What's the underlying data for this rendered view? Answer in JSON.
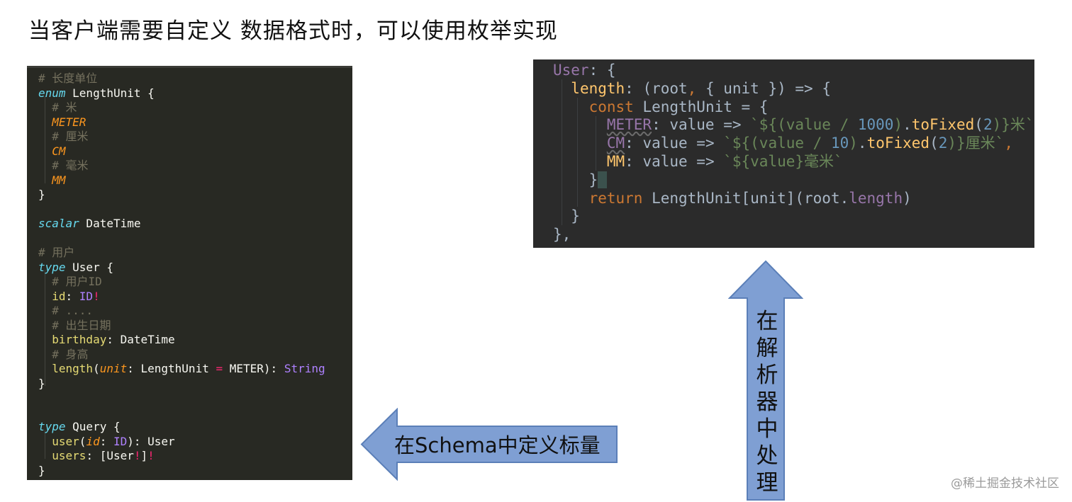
{
  "title": "当客户端需要自定义 数据格式时，可以使用枚举实现",
  "schema_code": {
    "c1": "# 长度单位",
    "enum_kw": "enum",
    "enum_name": " LengthUnit {",
    "c_meter": "# 米",
    "meter": "METER",
    "c_cm": "# 厘米",
    "cm": "CM",
    "c_mm": "# 毫米",
    "mm": "MM",
    "close": "}",
    "scalar_kw": "scalar",
    "scalar_name": " DateTime",
    "c_user": "# 用户",
    "type_kw": "type",
    "user_name": " User {",
    "c_uid": "# 用户ID",
    "id_field": "id",
    "colon": ": ",
    "id_type": "ID",
    "bang": "!",
    "c_dots": "# ....",
    "c_birth": "# 出生日期",
    "birthday_field": "birthday",
    "datetime_type": "DateTime",
    "c_height": "# 身高",
    "length_field": "length",
    "lparen": "(",
    "unit_param": "unit",
    "length_unit_type": "LengthUnit",
    "eq": " = ",
    "meter_default": "METER",
    "rparen_colon": "): ",
    "string_type": "String",
    "query_name": " Query {",
    "user_field": "user",
    "id_param": "id",
    "user_type": "User",
    "users_field": "users",
    "users_type_open": "[User",
    "users_type_close": "]",
    "final_close": "}"
  },
  "resolver_code": {
    "l1_prop": "User",
    "l1_rest": ": {",
    "l2_fn": "length",
    "l2_rest_a": ": (root",
    "comma": ",",
    "l2_rest_b": " { unit }) => {",
    "l3_kw": "const",
    "l3_rest": " LengthUnit = {",
    "meter": "METER",
    "value_arrow": ": value => ",
    "tpl_open": "`${(value / ",
    "n1000": "1000",
    "to_fixed": "toFixed",
    "paren_open": "(",
    "n2": "2",
    "paren_close_brace": ")}",
    "mi": "米`",
    "cm": "CM",
    "n10": "10",
    "limi": "厘米`",
    "mm": "MM",
    "tpl_value": "`${value}",
    "haomi": "毫米`",
    "brace": "}",
    "return_kw": "return",
    "return_rest": " LengthUnit[unit](root.",
    "length_prop": "length",
    "rparen": ")",
    "closing": "},"
  },
  "arrows": {
    "left_label": "在Schema中定义标量",
    "up_label": "在解析器中处理"
  },
  "watermark": "@稀土掘金技术社区",
  "colors": {
    "arrow_fill": "#7f9fd3",
    "arrow_stroke": "#5b7fb8"
  }
}
